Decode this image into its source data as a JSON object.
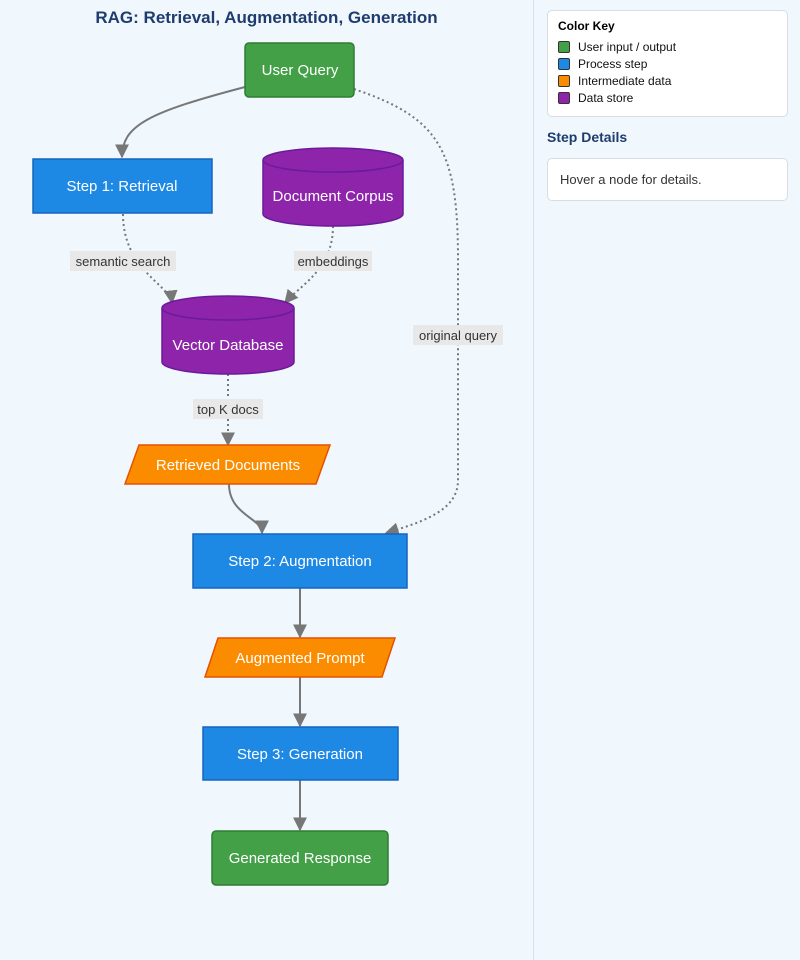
{
  "title": "RAG: Retrieval, Augmentation, Generation",
  "colors": {
    "io": "#43a047",
    "process": "#1e88e5",
    "intermediate": "#fb8c00",
    "store": "#8e24aa",
    "edge": "#777777"
  },
  "nodes": {
    "user_query": "User Query",
    "step1": "Step 1: Retrieval",
    "corpus": "Document Corpus",
    "vectordb": "Vector Database",
    "retrieved": "Retrieved Documents",
    "step2": "Step 2: Augmentation",
    "augmented": "Augmented Prompt",
    "step3": "Step 3: Generation",
    "response": "Generated Response"
  },
  "edge_labels": {
    "semantic_search": "semantic search",
    "embeddings": "embeddings",
    "top_k": "top K docs",
    "original_query": "original query"
  },
  "legend": {
    "title": "Color Key",
    "items": [
      {
        "label": "User input / output",
        "color": "#43a047"
      },
      {
        "label": "Process step",
        "color": "#1e88e5"
      },
      {
        "label": "Intermediate data",
        "color": "#fb8c00"
      },
      {
        "label": "Data store",
        "color": "#8e24aa"
      }
    ]
  },
  "details": {
    "heading": "Step Details",
    "text": "Hover a node for details."
  }
}
